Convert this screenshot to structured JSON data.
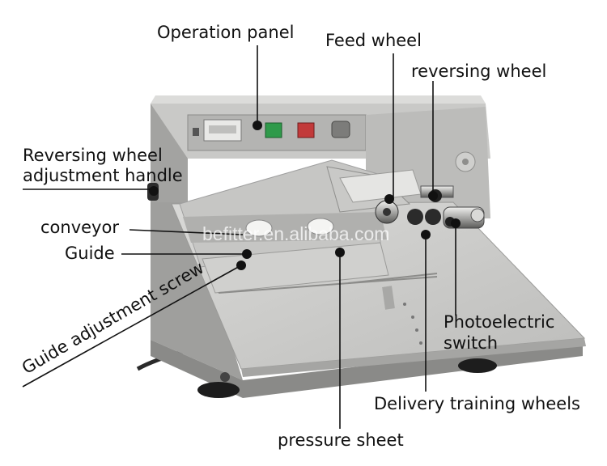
{
  "labels": {
    "operation_panel": "Operation panel",
    "feed_wheel": "Feed wheel",
    "reversing_wheel": "reversing wheel",
    "reversing_handle_line1": "Reversing wheel",
    "reversing_handle_line2": "adjustment handle",
    "conveyor": "conveyor",
    "guide": "Guide",
    "guide_adjustment_screw": "Guide adjustment screw",
    "photoelectric_line1": "Photoelectric",
    "photoelectric_line2": "switch",
    "delivery_training_wheels": "Delivery training wheels",
    "pressure_sheet": "pressure sheet"
  },
  "watermark": "befitter.en.alibaba.com",
  "colors": {
    "metal_light": "#d4d4d2",
    "metal_mid": "#b9b9b7",
    "metal_dark": "#8e8e8c",
    "panel_face": "#a9a9a7",
    "button_green": "#2f9a4a",
    "button_red": "#c23a3a",
    "callout_line": "#111111"
  }
}
